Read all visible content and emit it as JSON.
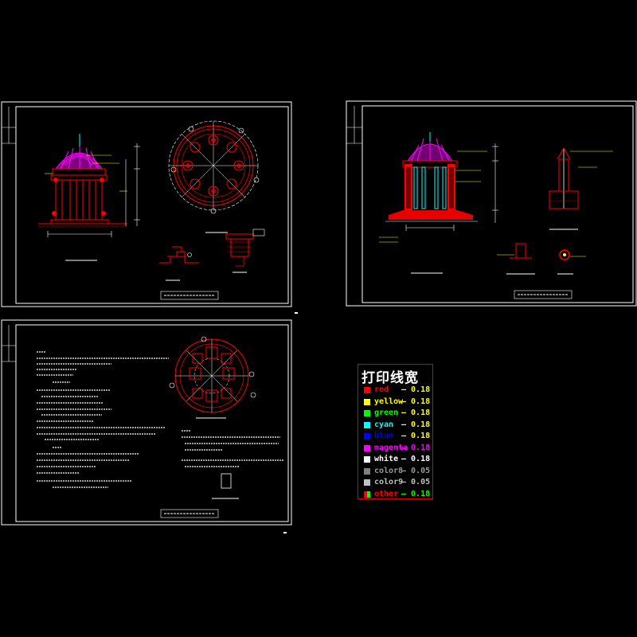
{
  "legend": {
    "title": "打印线宽",
    "rows": [
      {
        "label": "red",
        "value": "— 0.18",
        "color": "#ff0000",
        "label_color": "#ff0000",
        "value_color": "#ffff00"
      },
      {
        "label": "yellow",
        "value": "— 0.18",
        "color": "#ffff00",
        "label_color": "#ffff00",
        "value_color": "#ffff00"
      },
      {
        "label": "green",
        "value": "— 0.18",
        "color": "#00ff00",
        "label_color": "#00ff00",
        "value_color": "#ffff00"
      },
      {
        "label": "cyan",
        "value": "— 0.18",
        "color": "#00ffff",
        "label_color": "#00ffff",
        "value_color": "#ffff00"
      },
      {
        "label": "blue",
        "value": "— 0.18",
        "color": "#0000ff",
        "label_color": "#0000ff",
        "value_color": "#ffff00"
      },
      {
        "label": "magenta",
        "value": "— 0.18",
        "color": "#ff00ff",
        "label_color": "#ff00ff",
        "value_color": "#ff00ff"
      },
      {
        "label": "white",
        "value": "— 0.18",
        "color": "#ffffff",
        "label_color": "#ffffff",
        "value_color": "#ffffff"
      },
      {
        "label": "color8",
        "value": "— 0.05",
        "color": "#808080",
        "label_color": "#9a9a9a",
        "value_color": "#9a9a9a"
      },
      {
        "label": "color9",
        "value": "— 0.05",
        "color": "#c0c0c0",
        "label_color": "#c0c0c0",
        "value_color": "#c0c0c0"
      },
      {
        "label": "other",
        "value": "— 0.18",
        "color": "#ff0000",
        "label_color": "#ff0000",
        "value_color": "#00ff00"
      }
    ]
  },
  "colors": {
    "background": "#000000",
    "frame": "#ffffff",
    "structure": "#ff0000",
    "dome": "#ff00ff",
    "glass": "#00ffff",
    "annotation": "#ffff00",
    "dimension": "#00ff00"
  }
}
